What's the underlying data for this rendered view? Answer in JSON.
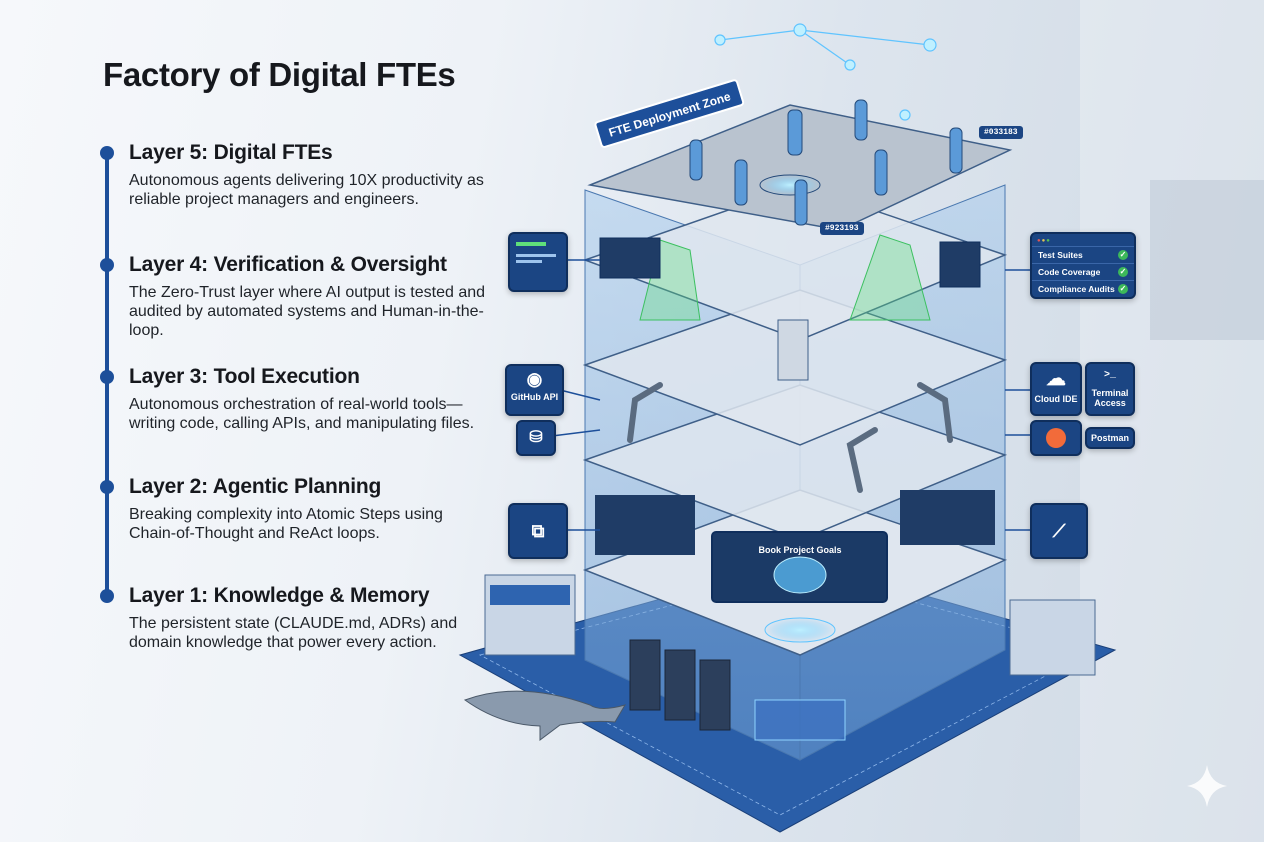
{
  "title": "Factory of Digital FTEs",
  "layers": [
    {
      "heading": "Layer 5: Digital FTEs",
      "body": "Autonomous agents delivering 10X productivity as reliable project managers and engineers."
    },
    {
      "heading": "Layer 4: Verification & Oversight",
      "body": "The Zero-Trust layer where AI output is tested and audited by automated systems and Human-in-the-loop."
    },
    {
      "heading": "Layer 3: Tool Execution",
      "body": "Autonomous orchestration of real-world tools—writing code, calling APIs, and manipulating files."
    },
    {
      "heading": "Layer 2: Agentic Planning",
      "body": "Breaking complexity into Atomic Steps using Chain-of-Thought and ReAct loops."
    },
    {
      "heading": "Layer 1: Knowledge & Memory",
      "body": "The persistent state (CLAUDE.md, ADRs) and domain knowledge that power every action."
    }
  ],
  "illustration": {
    "zone_sign": "FTE Deployment Zone",
    "agent_tags": [
      "#033183",
      "#923193"
    ],
    "checklist": [
      "Test Suites",
      "Code Coverage",
      "Compliance Audits"
    ],
    "github": "GitHub API",
    "cloud_ide": "Cloud IDE",
    "terminal": "Terminal Access",
    "postman": "Postman",
    "goals_screen": "Book Project Goals"
  },
  "colors": {
    "accent": "#1d4f9a",
    "panel": "#1b4583",
    "glow": "#5fc4ff",
    "check": "#3cb85a",
    "postman": "#f26b3a"
  }
}
